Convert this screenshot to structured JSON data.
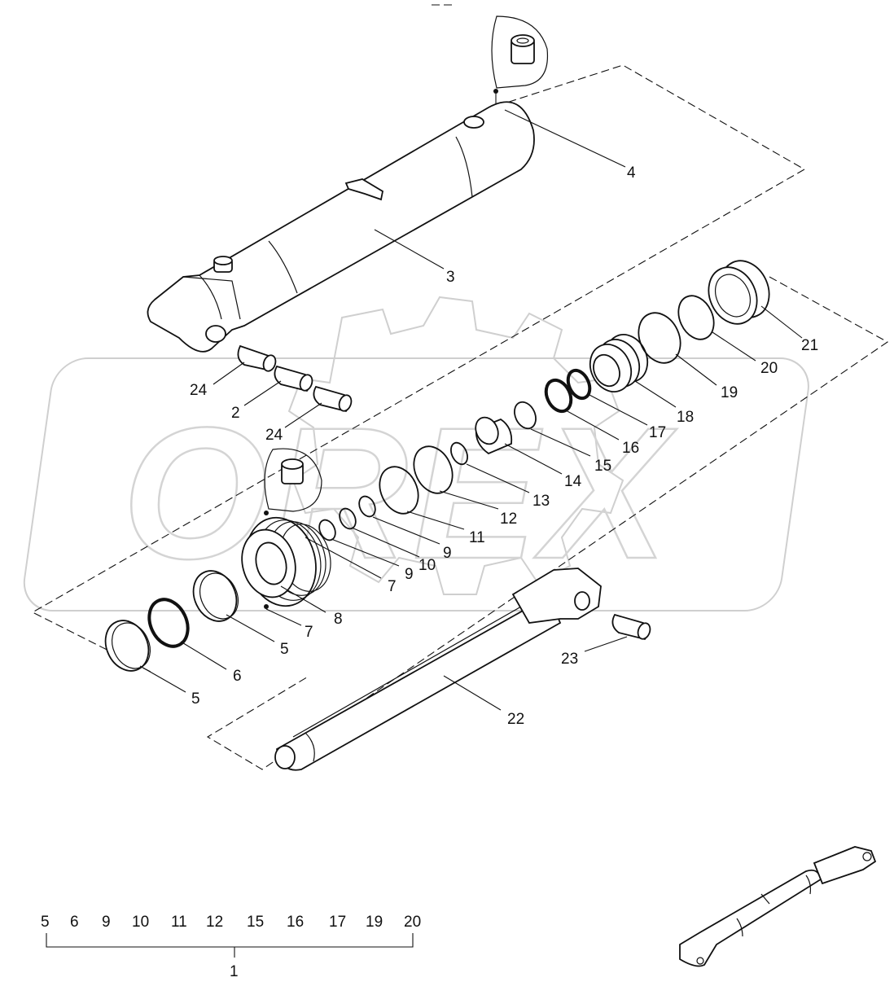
{
  "callouts": {
    "c1": "1",
    "c2": "2",
    "c3": "3",
    "c4": "4",
    "c5a": "5",
    "c5b": "5",
    "c6": "6",
    "c7a": "7",
    "c7b": "7",
    "c8": "8",
    "c9a": "9",
    "c9b": "9",
    "c10": "10",
    "c11": "11",
    "c12": "12",
    "c13": "13",
    "c14": "14",
    "c15": "15",
    "c16": "16",
    "c17": "17",
    "c18": "18",
    "c19": "19",
    "c20": "20",
    "c21": "21",
    "c22": "22",
    "c23": "23",
    "c24a": "24",
    "c24b": "24"
  },
  "kit": {
    "label": "1",
    "items": [
      "5",
      "6",
      "9",
      "10",
      "11",
      "12",
      "15",
      "16",
      "17",
      "19",
      "20"
    ]
  },
  "watermark": "OREX",
  "colors": {
    "line": "#111111",
    "watermark": "#d9d9d9",
    "background": "#ffffff"
  }
}
